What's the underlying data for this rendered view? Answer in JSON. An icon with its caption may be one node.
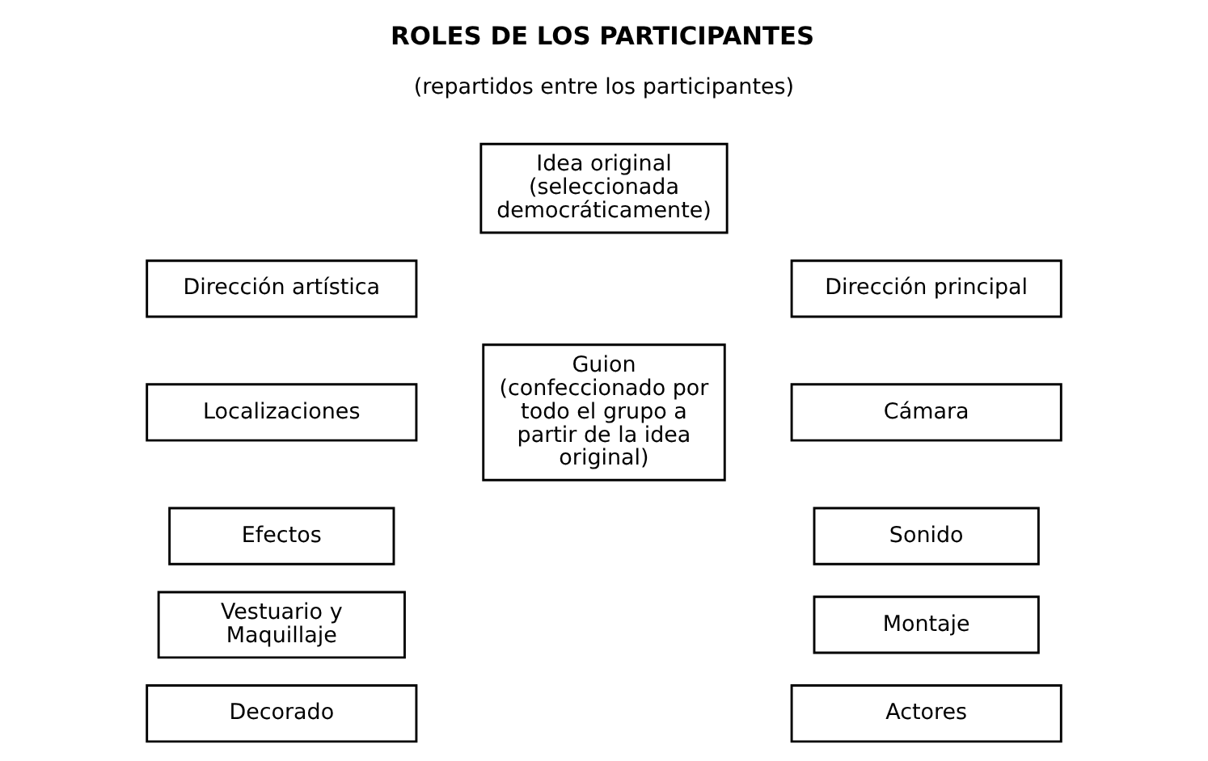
{
  "diagram": {
    "title": "ROLES DE LOS PARTICIPANTES",
    "nodes": [
      {
        "text": [
          "Idea original (seleccionada democráticamente)"
        ]
      },
      {
        "text": [
          "Dirección artística"
        ]
      },
      {
        "text": [
          "Dirección principal"
        ]
      },
      {
        "text": [
          "Localizaciones"
        ]
      },
      {
        "text": [
          "Guion (confeccionado por todo el grupo a partir de la idea original)"
        ]
      },
      {
        "text": [
          "Cámara"
        ]
      },
      {
        "text": [
          "Efectos"
        ]
      },
      {
        "text": [
          "Sonido"
        ]
      },
      {
        "text": [
          "Vestuario y Maquillaje"
        ]
      },
      {
        "text": [
          "Montaje"
        ]
      },
      {
        "text": [
          "Decorado"
        ]
      },
      {
        "text": [
          "Actores"
        ]
      }
    ],
    "edges": [],
    "labels": [
      "(repartidos entre los participantes)"
    ]
  }
}
